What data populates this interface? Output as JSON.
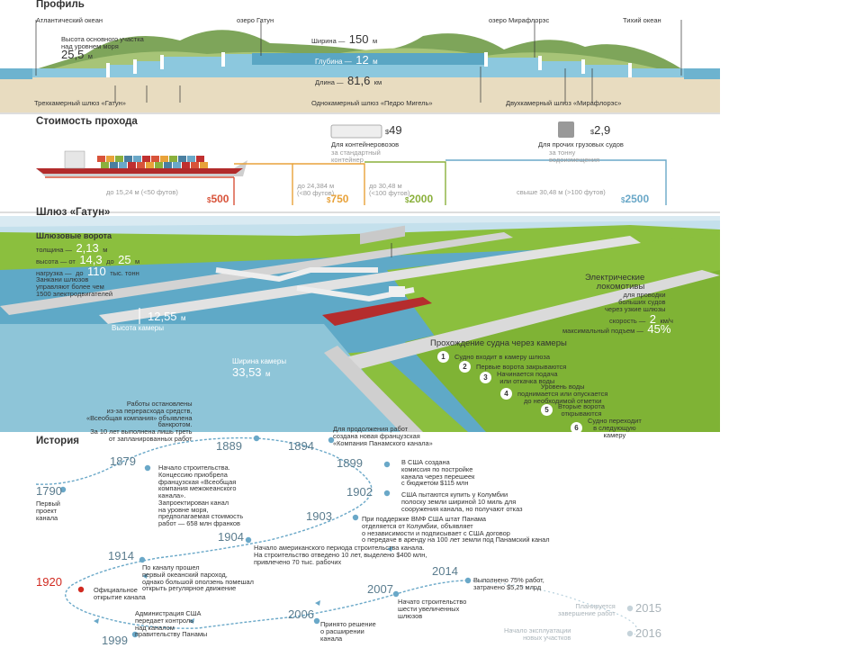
{
  "profile": {
    "title": "Профиль",
    "atlantic": "Атлантический океан",
    "gatun_lake": "озеро Гатун",
    "miraflores_lake": "озеро Мирафлорэс",
    "pacific": "Тихий океан",
    "height_label": "Высота основного участка\nнад уровнем моря",
    "height_value": "25,5",
    "height_unit": "м",
    "width_label": "Ширина —",
    "width_value": "150",
    "width_unit": "м",
    "depth_label": "Глубина —",
    "depth_value": "12",
    "depth_unit": "м",
    "length_label": "Длина —",
    "length_value": "81,6",
    "length_unit": "км",
    "lock_gatun": "Трехкамерный шлюз «Гатун»",
    "lock_pedro": "Однокамерный шлюз «Педро Мигель»",
    "lock_miraflores": "Двухкамерный шлюз «Мирафлорэс»"
  },
  "cost": {
    "title": "Стоимость прохода",
    "container_price": "49",
    "container_label": "Для контейнеровозов",
    "container_sub": "за стандартный\nконтейнер",
    "other_price": "2,9",
    "other_label": "Для прочих грузовых судов",
    "other_sub": "за тонну\nводоизмещения",
    "tiers": [
      {
        "range": "до 15,24 м (<50 футов)",
        "price": "500",
        "color": "#d8533a"
      },
      {
        "range": "до 24,384 м\n(<80 футов)",
        "price": "750",
        "color": "#e8a23a"
      },
      {
        "range": "до 30,48 м\n(<100 футов)",
        "price": "2000",
        "color": "#8ab03c"
      },
      {
        "range": "свыше 30,48 м (>100 футов)",
        "price": "2500",
        "color": "#6aa8c8"
      }
    ],
    "currency": "$"
  },
  "gatun": {
    "title": "Шлюз «Гатун»",
    "gates_title": "Шлюзовые ворота",
    "thickness_label": "толщина —",
    "thickness_value": "2,13",
    "thickness_unit": "м",
    "height_label": "высота — от",
    "height_value": "14,3",
    "height_mid": "до",
    "height_value2": "25",
    "height_unit": "м",
    "load_label": "нагрузка —",
    "load_mid": "до",
    "load_value": "110",
    "load_unit": "тыс. тонн",
    "engines_note": "Занкани шлюзов\nуправляют более чем\n1500 электродвигателей",
    "chamber_height_value": "12,55",
    "chamber_height_unit": "м",
    "chamber_height_label": "Высота камеры",
    "chamber_width_label": "Ширина камеры",
    "chamber_width_value": "33,53",
    "chamber_width_unit": "м",
    "loco_title": "Электрические\nлокомотивы",
    "loco_sub": "для проводки\nбольших судов\nчерез узкие шлюзы",
    "speed_label": "скорость —",
    "speed_value": "2",
    "speed_unit": "км/ч",
    "climb_label": "максимальный подъем —",
    "climb_value": "45%",
    "steps_title": "Прохождение судна через камеры",
    "steps": [
      {
        "n": "1",
        "text": "Судно входит в камеру шлюза"
      },
      {
        "n": "2",
        "text": "Первые ворота закрываются"
      },
      {
        "n": "3",
        "text": "Начинается подача\nили откачка воды"
      },
      {
        "n": "4",
        "text": "Уровень воды\nподнимается или опускается\nдо необходимой отметки"
      },
      {
        "n": "5",
        "text": "Вторые ворота\nоткрываются"
      },
      {
        "n": "6",
        "text": "Судно переходит\nв следующую\nкамеру"
      }
    ]
  },
  "history": {
    "title": "История",
    "events": [
      {
        "year": "1790",
        "text": "Первый\nпроект\nканала"
      },
      {
        "year": "1879",
        "text": "Начало строительства.\nКонцессию приобрела\nфранцузская «Всеобщая\nкомпания межокеанского\nканала».\nЗапроектирован канал\nна уровне моря,\nпредполагаемая стоимость\nработ — 658 млн франков"
      },
      {
        "year": "1889",
        "text": "Работы остановлены\nиз-за перерасхода средств,\n«Всеобщая компания» объявлена\nбанкротом.\nЗа 10 лет выполнена лишь треть\nот запланированных работ"
      },
      {
        "year": "1894",
        "text": "Для продолжения работ\nсоздана новая французская\n«Компания Панамского канала»"
      },
      {
        "year": "1899",
        "text": "В США создана\nкомиссия по постройке\nканала через перешеек\nс бюджетом $115 млн"
      },
      {
        "year": "1902",
        "text": "США пытаются купить у Колумбии\nполоску земли шириной 10 миль для\nсооружения канала, но получают отказ"
      },
      {
        "year": "1903",
        "text": "При поддержке ВМФ США штат Панама\nотделяется от Колумбии, объявляет\nо независимости и подписывает с США договор\nо передаче в аренду на 100 лет земли под Панамский канал"
      },
      {
        "year": "1904",
        "text": "Начало американского периода строительства канала.\nНа строительство отведено 10 лет, выделено $400 млн,\nпривлечено 70 тыс. рабочих"
      },
      {
        "year": "1914",
        "text": "По каналу прошел\nпервый океанский пароход,\nоднако большой оползень помешал\nоткрыть регулярное движение"
      },
      {
        "year": "1920",
        "text": "Официальное\nоткрытие канала"
      },
      {
        "year": "1999",
        "text": "Администрация США\nпередает контроль\nнад каналом\nправительству Панамы"
      },
      {
        "year": "2006",
        "text": "Принято решение\nо расширении\nканала"
      },
      {
        "year": "2007",
        "text": "Начато строительство\nшести увеличенных\nшлюзов"
      },
      {
        "year": "2014",
        "text": "Выполнено 75% работ,\nзатрачено $5,25 млрд"
      },
      {
        "year": "2015",
        "text": "Планируется\nзавершение работ"
      },
      {
        "year": "2016",
        "text": "Начало эксплуатации\nновых участков"
      }
    ]
  }
}
